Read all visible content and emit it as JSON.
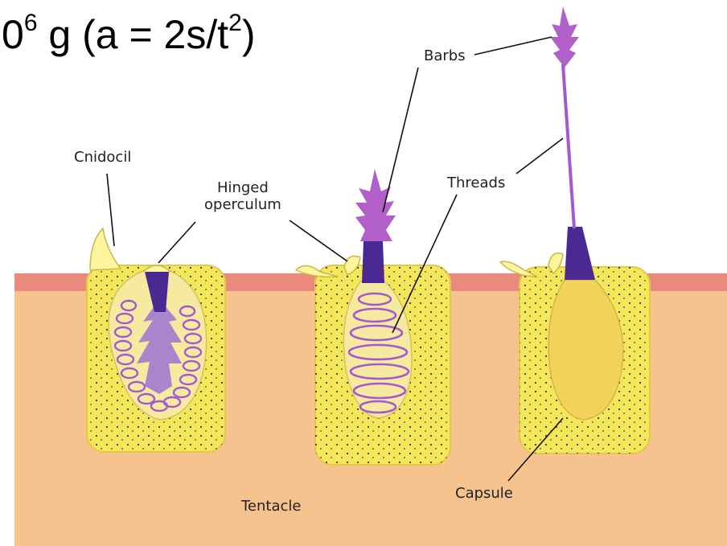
{
  "heading": {
    "prefix": "0",
    "exp1": "6",
    "middle": " g (a = 2s/t",
    "exp2": "2",
    "suffix": ")"
  },
  "labels": {
    "cnidocil": "Cnidocil",
    "operculum_line1": "Hinged",
    "operculum_line2": "operculum",
    "barbs": "Barbs",
    "threads": "Threads",
    "capsule": "Capsule",
    "tentacle": "Tentacle"
  },
  "colors": {
    "tissue": "#f6c38f",
    "membrane": "#ea8a7c",
    "cell": "#f4e85a",
    "capsule": "#f2d25a",
    "thread": "#a35ad0",
    "barbs": "#b060c8",
    "operculum": "#4a2a92",
    "line": "#111111"
  }
}
